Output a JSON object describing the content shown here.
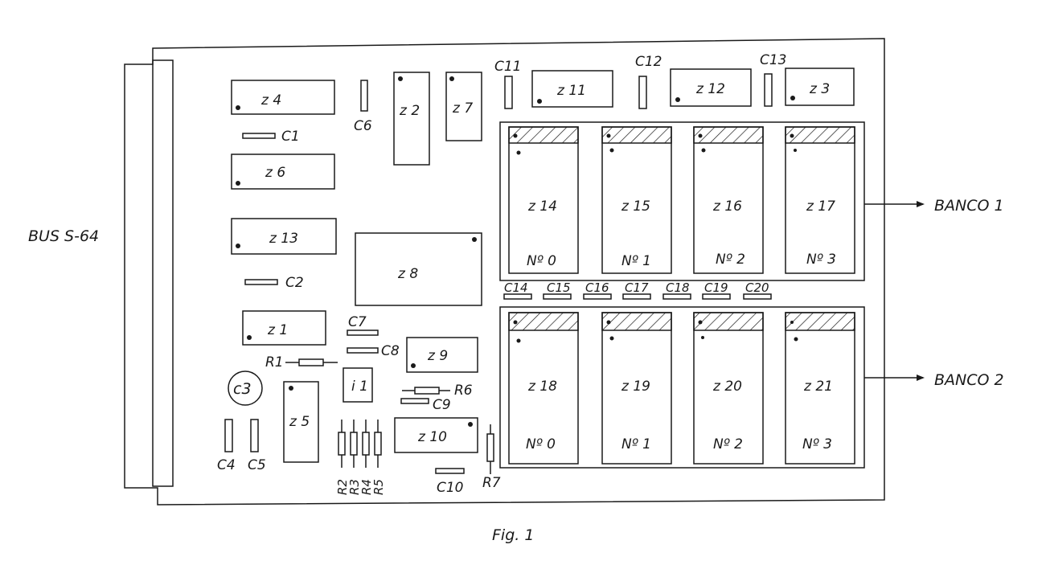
{
  "bus_label": "BUS S-64",
  "figure_caption": "Fig. 1",
  "banks": [
    {
      "label": "BANCO 1"
    },
    {
      "label": "BANCO 2"
    }
  ],
  "chips": {
    "z4": "z 4",
    "z6": "z 6",
    "z13": "z 13",
    "z1": "z 1",
    "z5": "z 5",
    "z2": "z 2",
    "z7": "z 7",
    "z8": "z 8",
    "z9": "z 9",
    "z10": "z 10",
    "z11": "z 11",
    "z12": "z 12",
    "z3": "z 3",
    "i1": "i 1",
    "z14": "z 14",
    "z15": "z 15",
    "z16": "z 16",
    "z17": "z 17",
    "z18": "z 18",
    "z19": "z 19",
    "z20": "z 20",
    "z21": "z 21"
  },
  "memory_numbers": {
    "bank1": [
      "Nº 0",
      "Nº 1",
      "Nº 2",
      "Nº 3"
    ],
    "bank2": [
      "Nº 0",
      "Nº 1",
      "Nº 2",
      "Nº 3"
    ]
  },
  "capacitors": {
    "c1": "C1",
    "c2": "C2",
    "c3": "c3",
    "c4": "C4",
    "c5": "C5",
    "c6": "C6",
    "c7": "C7",
    "c8": "C8",
    "c9": "C9",
    "c10": "C10",
    "c11": "C11",
    "c12": "C12",
    "c13": "C13",
    "c14": "C14",
    "c15": "C15",
    "c16": "C16",
    "c17": "C17",
    "c18": "C18",
    "c19": "C19",
    "c20": "C20"
  },
  "resistors": {
    "r1": "R1",
    "r2": "R2",
    "r3": "R3",
    "r4": "R4",
    "r5": "R5",
    "r6": "R6",
    "r7": "R7"
  }
}
